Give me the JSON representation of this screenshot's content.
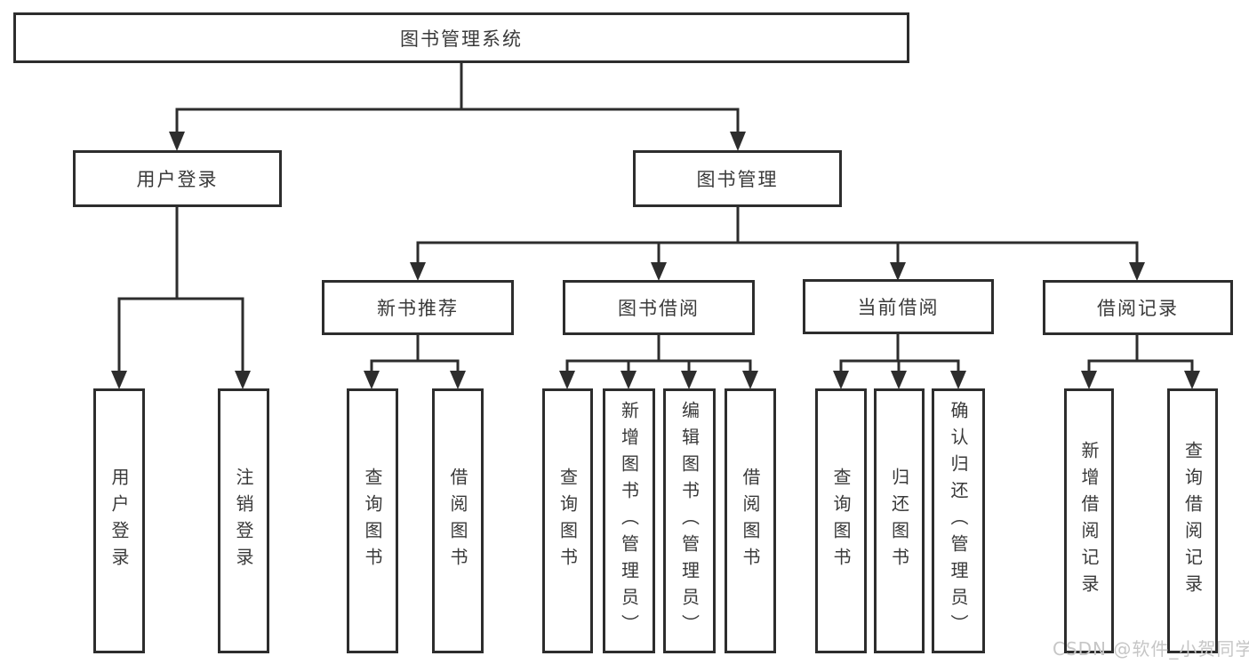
{
  "diagram_title": "图书管理系统",
  "watermark": "CSDN @软件_小贺同学",
  "colors": {
    "line": "#2d2d2d",
    "border": "#2d2d2d",
    "text": "#3a3a3a",
    "background": "#ffffff",
    "watermark": "#c6c6c6"
  },
  "nodes": {
    "root": "图书管理系统",
    "user_login": "用户登录",
    "book_management": "图书管理",
    "new_book_recommend": "新书推荐",
    "book_borrow": "图书借阅",
    "current_borrow": "当前借阅",
    "borrow_records": "借阅记录",
    "leaf_user_login": "用户登录",
    "leaf_logout": "注销登录",
    "nbr_query_books": "查询图书",
    "nbr_borrow_books": "借阅图书",
    "bb_query_books": "查询图书",
    "bb_add_books": "新增图书（管理员）",
    "bb_edit_books": "编辑图书（管理员）",
    "bb_borrow_books": "借阅图书",
    "cb_query_books": "查询图书",
    "cb_return_books": "归还图书",
    "cb_confirm_return": "确认归还（管理员）",
    "br_add_record": "新增借阅记录",
    "br_query_record": "查询借阅记录"
  },
  "hierarchy": {
    "图书管理系统": {
      "用户登录": [
        "用户登录",
        "注销登录"
      ],
      "图书管理": {
        "新书推荐": [
          "查询图书",
          "借阅图书"
        ],
        "图书借阅": [
          "查询图书",
          "新增图书（管理员）",
          "编辑图书（管理员）",
          "借阅图书"
        ],
        "当前借阅": [
          "查询图书",
          "归还图书",
          "确认归还（管理员）"
        ],
        "借阅记录": [
          "新增借阅记录",
          "查询借阅记录"
        ]
      }
    }
  }
}
